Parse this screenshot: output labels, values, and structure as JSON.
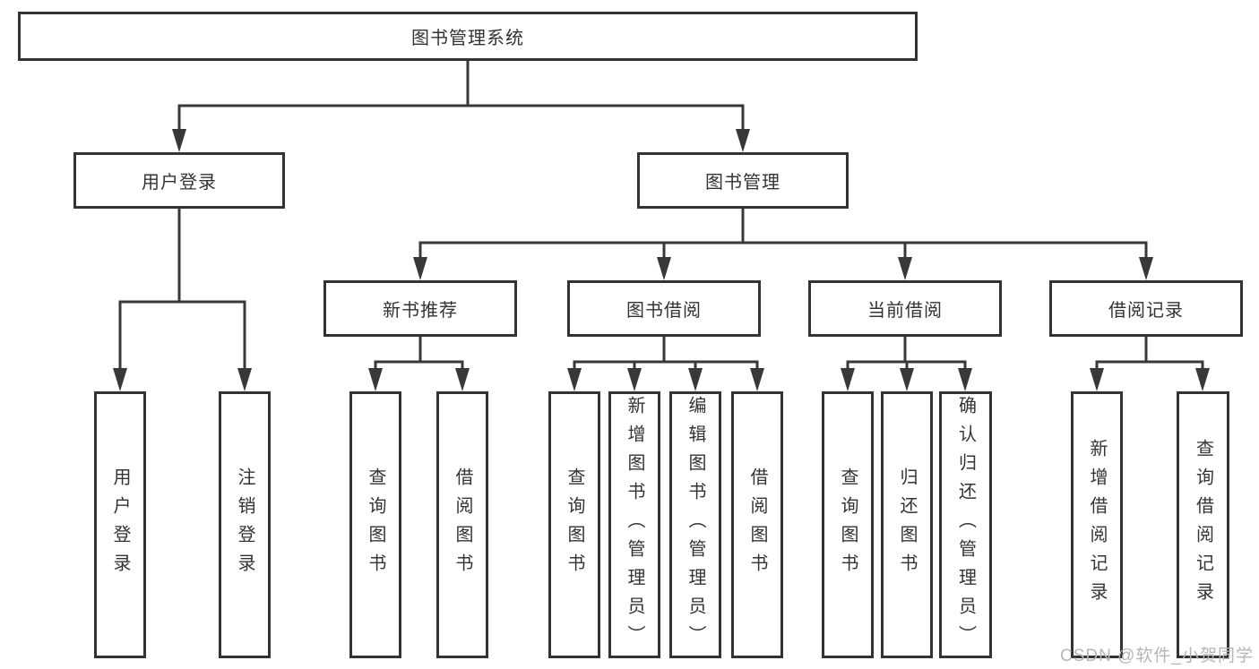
{
  "colors": {
    "line": "#383838",
    "border": "#333333",
    "text": "#333333",
    "watermark": "#b5b5b5",
    "background": "#ffffff"
  },
  "watermark": "CSDN @软件_小贺同学",
  "tree": {
    "root": {
      "label": "图书管理系统",
      "children": [
        {
          "label": "用户登录",
          "children": [
            {
              "label": "用户登录"
            },
            {
              "label": "注销登录"
            }
          ]
        },
        {
          "label": "图书管理",
          "children": [
            {
              "label": "新书推荐",
              "children": [
                {
                  "label": "查询图书"
                },
                {
                  "label": "借阅图书"
                }
              ]
            },
            {
              "label": "图书借阅",
              "children": [
                {
                  "label": "查询图书"
                },
                {
                  "label": "新增图书（管理员）"
                },
                {
                  "label": "编辑图书（管理员）"
                },
                {
                  "label": "借阅图书"
                }
              ]
            },
            {
              "label": "当前借阅",
              "children": [
                {
                  "label": "查询图书"
                },
                {
                  "label": "归还图书"
                },
                {
                  "label": "确认归还（管理员）"
                }
              ]
            },
            {
              "label": "借阅记录",
              "children": [
                {
                  "label": "新增借阅记录"
                },
                {
                  "label": "查询借阅记录"
                }
              ]
            }
          ]
        }
      ]
    }
  }
}
